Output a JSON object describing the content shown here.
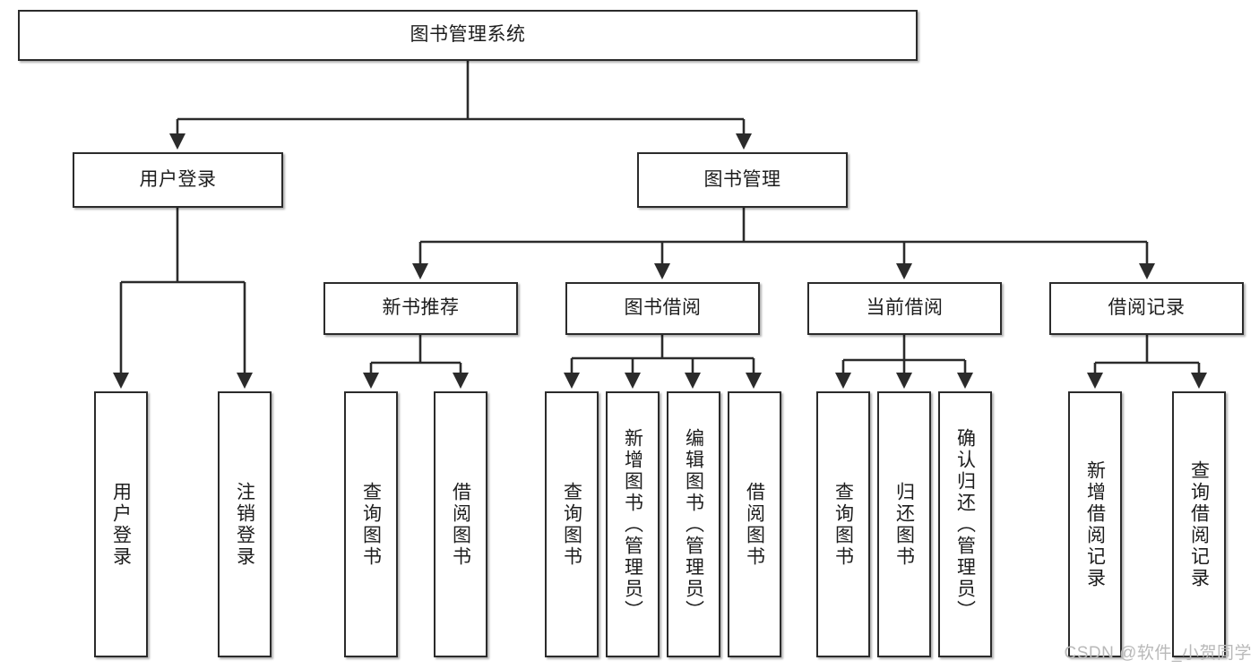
{
  "diagram": {
    "title": "图书管理系统",
    "style": {
      "box_border_color": "#2b2b2b",
      "box_fill_color": "#ffffff",
      "line_color": "#2b2b2b",
      "text_color": "#1d1d1d",
      "background": "#ffffff"
    },
    "levels": {
      "root": {
        "label": "图书管理系统"
      },
      "level2": [
        {
          "label": "用户登录"
        },
        {
          "label": "图书管理"
        }
      ],
      "level3": [
        {
          "label": "新书推荐"
        },
        {
          "label": "图书借阅"
        },
        {
          "label": "当前借阅"
        },
        {
          "label": "借阅记录"
        }
      ],
      "leaves": [
        {
          "label": "用户登录"
        },
        {
          "label": "注销登录"
        },
        {
          "label": "查询图书"
        },
        {
          "label": "借阅图书"
        },
        {
          "label": "查询图书"
        },
        {
          "label": "新增图书（管理员）"
        },
        {
          "label": "编辑图书（管理员）"
        },
        {
          "label": "借阅图书"
        },
        {
          "label": "查询图书"
        },
        {
          "label": "归还图书"
        },
        {
          "label": "确认归还（管理员）"
        },
        {
          "label": "新增借阅记录"
        },
        {
          "label": "查询借阅记录"
        }
      ]
    },
    "watermark": "CSDN @软件_小贺同学"
  }
}
